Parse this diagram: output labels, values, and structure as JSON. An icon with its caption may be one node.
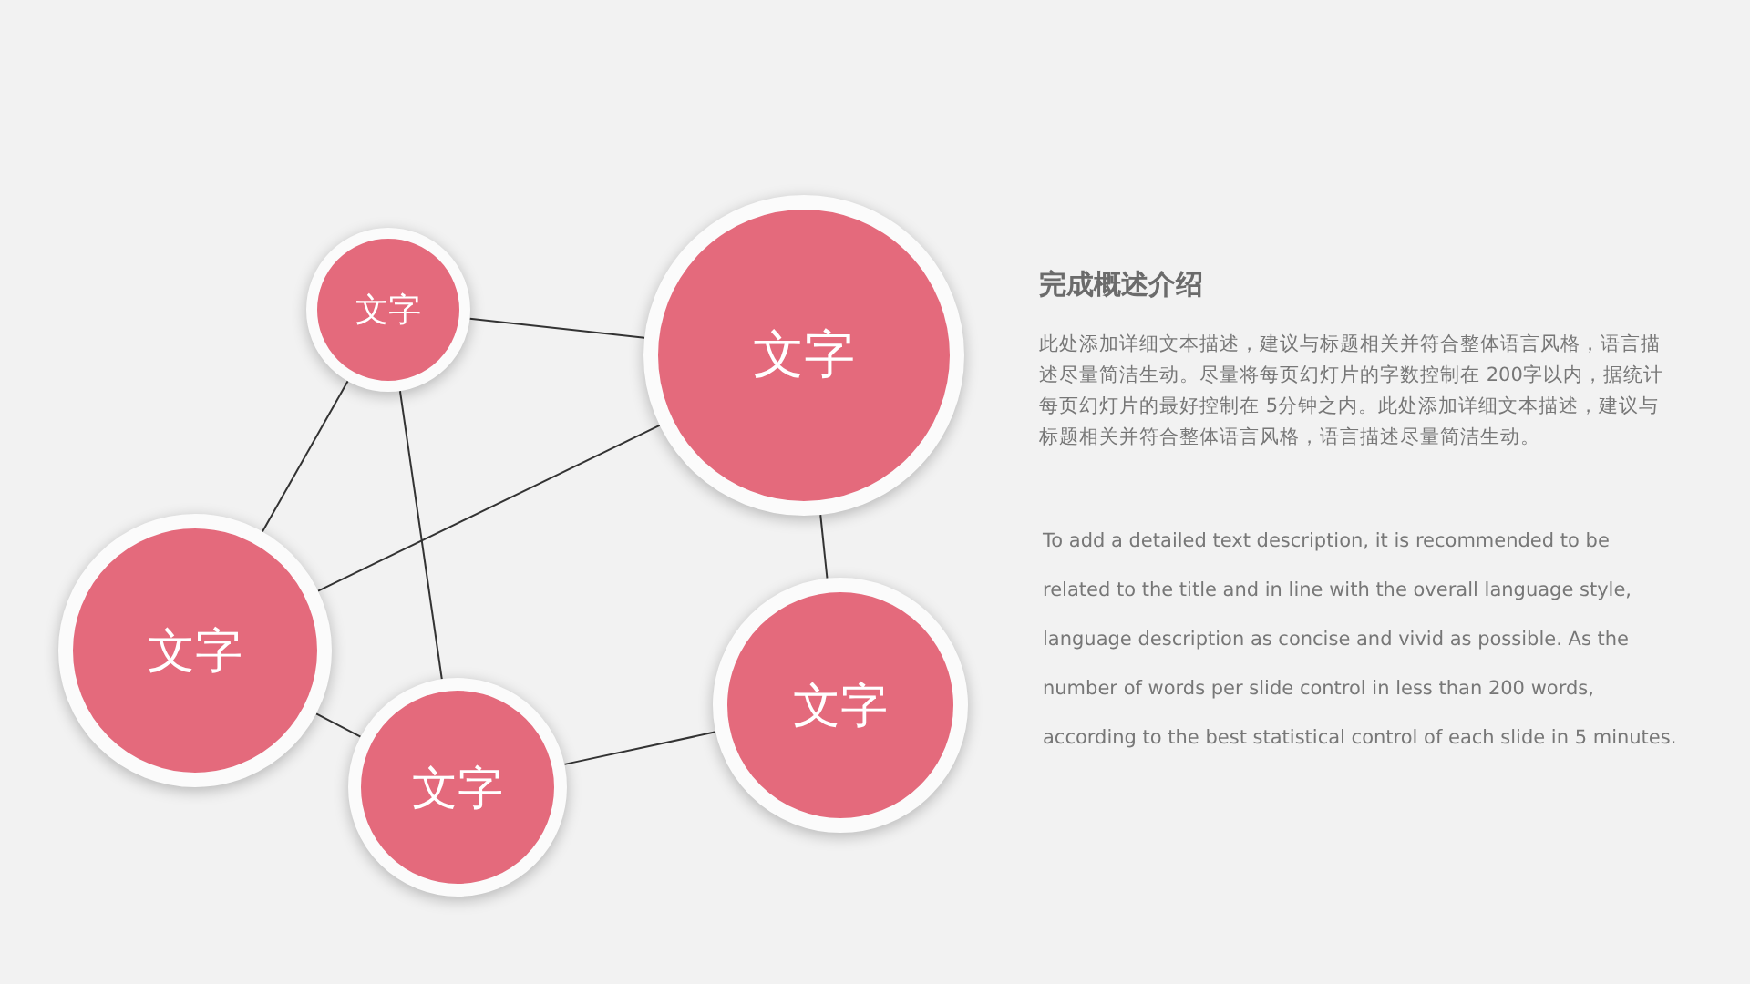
{
  "diagram": {
    "title": "完成概述介绍",
    "nodes": [
      {
        "text": [
          "文字"
        ]
      },
      {
        "text": [
          "文字"
        ]
      },
      {
        "text": [
          "文字"
        ]
      },
      {
        "text": [
          "文字"
        ]
      },
      {
        "text": [
          "文字"
        ]
      }
    ],
    "edges": [
      {
        "from": 0,
        "to": 1,
        "arrow": "none"
      },
      {
        "from": 0,
        "to": 2,
        "arrow": "none"
      },
      {
        "from": 0,
        "to": 3,
        "arrow": "none"
      },
      {
        "from": 1,
        "to": 2,
        "arrow": "none"
      },
      {
        "from": 1,
        "to": 4,
        "arrow": "none"
      },
      {
        "from": 2,
        "to": 3,
        "arrow": "none"
      },
      {
        "from": 3,
        "to": 4,
        "arrow": "none"
      }
    ],
    "labels": [
      "此处添加详细文本描述，建议与标题相关并符合整体语言风格，语言描述尽量简洁生动。尽量将每页幻灯片的字数控制在 200字以内，据统计每页幻灯片的最好控制在 5分钟之内。此处添加详细文本描述，建议与标题相关并符合整体语言风格，语言描述尽量简洁生动。",
      "To add a detailed text description, it is recommended to be related to the title and in line with the overall language style, language description as concise and vivid as possible. As the number of words per slide control in less than 200 words, according to the best statistical control of each slide in 5 minutes."
    ]
  }
}
